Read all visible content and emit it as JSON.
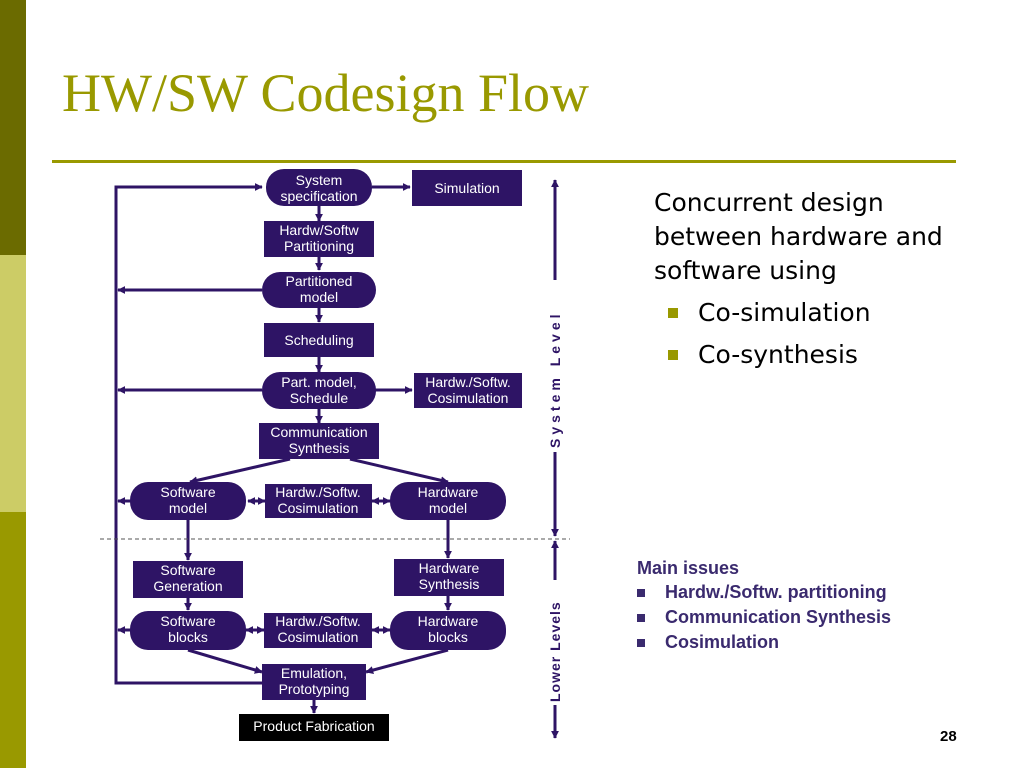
{
  "slide": {
    "title": "HW/SW Codesign Flow",
    "page_number": "28"
  },
  "bullets": {
    "intro": "Concurrent design between hardware and software using",
    "items": [
      "Co-simulation",
      "Co-synthesis"
    ]
  },
  "diagram": {
    "nodes": {
      "system_spec": [
        "System",
        "specification"
      ],
      "simulation": [
        "Simulation"
      ],
      "partitioning": [
        "Hardw/Softw",
        "Partitioning"
      ],
      "partitioned_model": [
        "Partitioned",
        "model"
      ],
      "scheduling": [
        "Scheduling"
      ],
      "part_model_schedule": [
        "Part. model,",
        "Schedule"
      ],
      "cosim_1": [
        "Hardw./Softw.",
        "Cosimulation"
      ],
      "comm_synthesis": [
        "Communication",
        "Synthesis"
      ],
      "software_model": [
        "Software",
        "model"
      ],
      "cosim_2": [
        "Hardw./Softw.",
        "Cosimulation"
      ],
      "hardware_model": [
        "Hardware",
        "model"
      ],
      "software_generation": [
        "Software",
        "Generation"
      ],
      "hardware_synthesis": [
        "Hardware",
        "Synthesis"
      ],
      "software_blocks": [
        "Software",
        "blocks"
      ],
      "cosim_3": [
        "Hardw./Softw.",
        "Cosimulation"
      ],
      "hardware_blocks": [
        "Hardware",
        "blocks"
      ],
      "emulation": [
        "Emulation,",
        "Prototyping"
      ],
      "product_fabrication": [
        "Product Fabrication"
      ]
    },
    "system_level_label": "System Level",
    "lower_levels_label": "Lower Levels"
  },
  "issues": {
    "heading": "Main issues",
    "items": [
      "Hardw./Softw. partitioning",
      "Communication Synthesis",
      "Cosimulation"
    ]
  },
  "colors": {
    "accent": "#999900",
    "node": "#2e1465",
    "fabrication": "#000000"
  }
}
